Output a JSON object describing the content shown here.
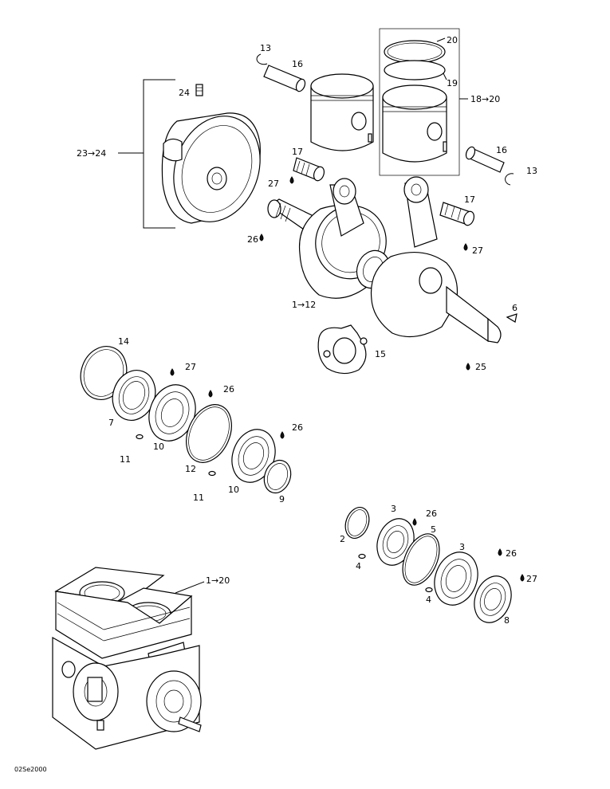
{
  "diagram_code": "02Se2000",
  "callouts": {
    "c13a": "13",
    "c16a": "16",
    "c20": "20",
    "c19": "19",
    "c18_20": "18→20",
    "c24": "24",
    "c23_24": "23→24",
    "c17a": "17",
    "c27a": "27",
    "c16b": "16",
    "c13b": "13",
    "c17b": "17",
    "c26a": "26",
    "c27b": "27",
    "c1_12": "1→12",
    "c6": "6",
    "c14": "14",
    "c27c": "27",
    "c15": "15",
    "c25": "25",
    "c26b": "26",
    "c7": "7",
    "c26c": "26",
    "c10a": "10",
    "c11a": "11",
    "c12": "12",
    "c11b": "11",
    "c10b": "10",
    "c9": "9",
    "c3a": "3",
    "c26d": "26",
    "c2": "2",
    "c5": "5",
    "c4a": "4",
    "c3b": "3",
    "c26e": "26",
    "c27d": "27",
    "c4b": "4",
    "c8": "8",
    "c1_20": "1→20"
  }
}
